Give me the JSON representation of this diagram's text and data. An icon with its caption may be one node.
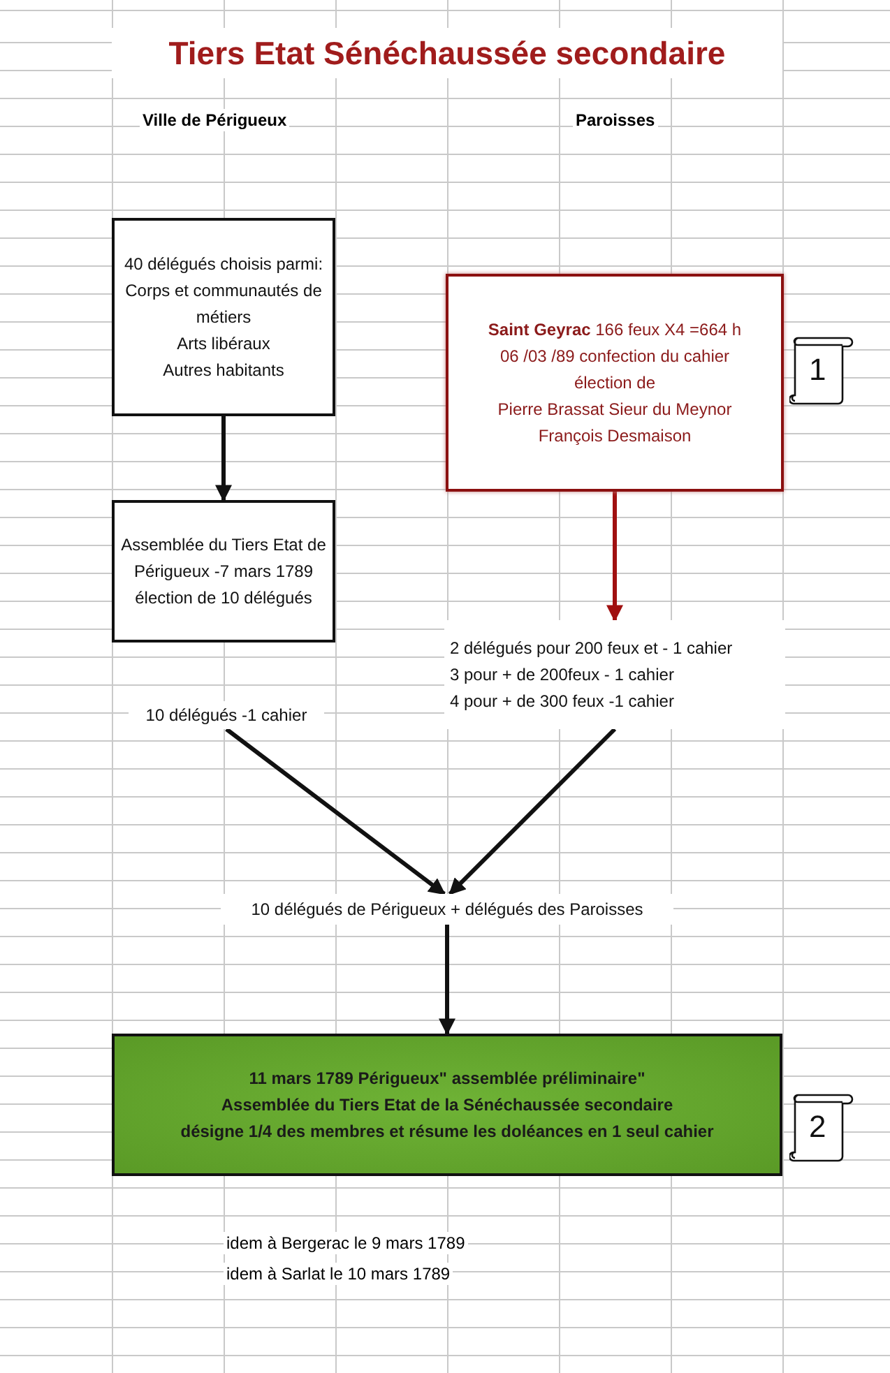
{
  "diagram": {
    "title": "Tiers Etat Sénéchaussée secondaire",
    "nodes": [
      {
        "text": [
          "40 délégués choisis parmi:",
          "Corps et communautés de métiers",
          "Arts libéraux",
          "Autres habitants"
        ]
      },
      {
        "text": [
          "Assemblée du Tiers Etat de Périgueux -7 mars 1789",
          "élection de 10 délégués"
        ]
      },
      {
        "text": [
          "**Saint Geyrac** 166 feux X4 =664 h",
          "06 /03 /89 confection du cahier",
          "élection de",
          "Pierre Brassat Sieur du Meynor",
          "François Desmaison"
        ]
      },
      {
        "text": [
          "1"
        ]
      },
      {
        "text": [
          "10 délégués -1 cahier"
        ]
      },
      {
        "text": [
          "2 délégués pour 200 feux et - 1 cahier",
          "3 pour + de 200feux - 1 cahier",
          "4 pour + de 300 feux -1 cahier"
        ]
      },
      {
        "text": [
          "10 délégués de Périgueux + délégués des Paroisses"
        ]
      },
      {
        "text": [
          "11 mars 1789 Périgueux\" assemblée préliminaire\"",
          "Assemblée du Tiers Etat de la Sénéchaussée secondaire",
          "désigne 1/4 des membres et résume les doléances en 1 seul cahier"
        ]
      },
      {
        "text": [
          "2"
        ]
      }
    ],
    "edges": [
      {
        "from": 0,
        "to": 1,
        "arrow": "to"
      },
      {
        "from": 2,
        "to": 5,
        "arrow": "to",
        "color": "#a01010"
      },
      {
        "from": 4,
        "to": 6,
        "arrow": "to"
      },
      {
        "from": 5,
        "to": 6,
        "arrow": "to"
      },
      {
        "from": 6,
        "to": 7,
        "arrow": "to"
      }
    ],
    "labels": [
      "Ville de Périgueux",
      "Paroisses",
      "idem à Bergerac le 9 mars 1789",
      "idem à Sarlat le 10 mars 1789"
    ]
  }
}
